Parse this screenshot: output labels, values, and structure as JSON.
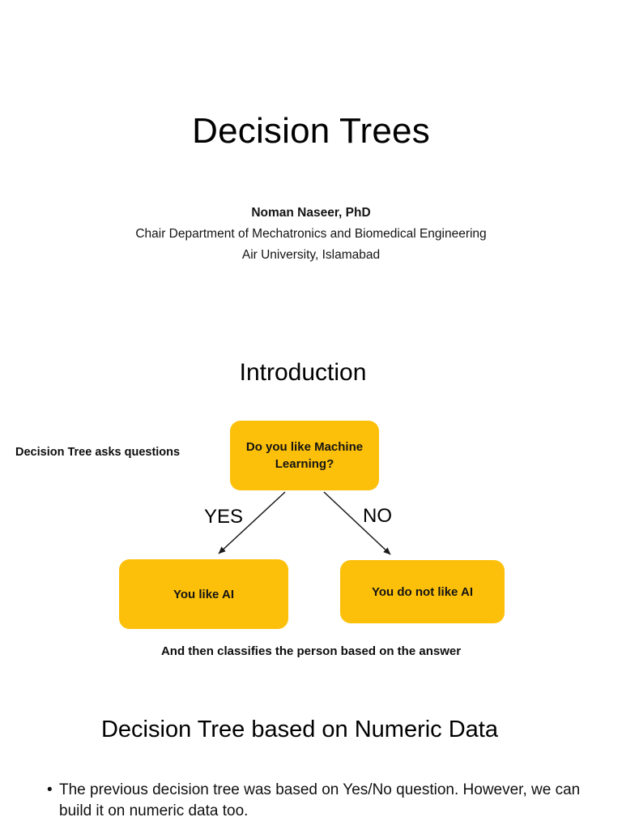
{
  "slide": {
    "title": "Decision Trees",
    "author": {
      "name": "Noman Naseer, PhD",
      "department": "Chair Department of Mechatronics and Biomedical Engineering",
      "organization": "Air University, Islamabad"
    },
    "sections": {
      "introduction_heading": "Introduction",
      "numeric_heading": "Decision Tree based on Numeric Data"
    },
    "diagram": {
      "side_note": "Decision Tree asks questions",
      "root_node": "Do you like Machine Learning?",
      "edge_labels": {
        "left": "YES",
        "right": "NO"
      },
      "leaf_yes": "You like AI",
      "leaf_no": "You do not like AI",
      "caption": "And then classifies the person based on the answer",
      "node_color": "#FDC00A",
      "node_text_color": "#141414",
      "edge_color": "#1a1a1a"
    },
    "bullets": [
      {
        "marker": "•",
        "text": "The previous decision tree was based on Yes/No question. However, we can build it on numeric data too."
      }
    ]
  }
}
